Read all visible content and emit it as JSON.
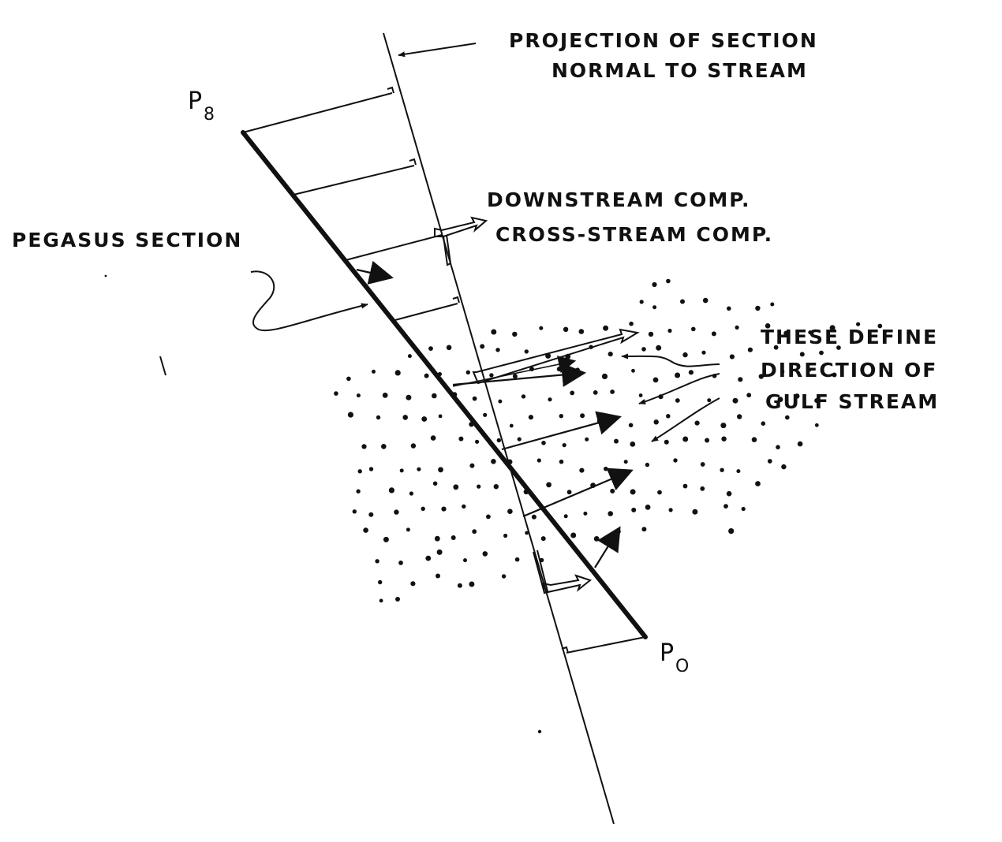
{
  "diagram": {
    "labels": {
      "projection_line1": "PROJECTION OF SECTION",
      "projection_line2": "NORMAL TO STREAM",
      "downstream": "DOWNSTREAM COMP.",
      "cross_stream": "CROSS-STREAM COMP.",
      "pegasus": "PEGASUS SECTION",
      "define_line1": "THESE DEFINE",
      "define_line2": "DIRECTION OF",
      "define_line3": "GULF STREAM"
    },
    "points": {
      "p8_letter": "P",
      "p8_sub": "8",
      "p0_letter": "P",
      "p0_sub": "O"
    },
    "colors": {
      "ink": "#111111",
      "background": "#ffffff"
    }
  }
}
